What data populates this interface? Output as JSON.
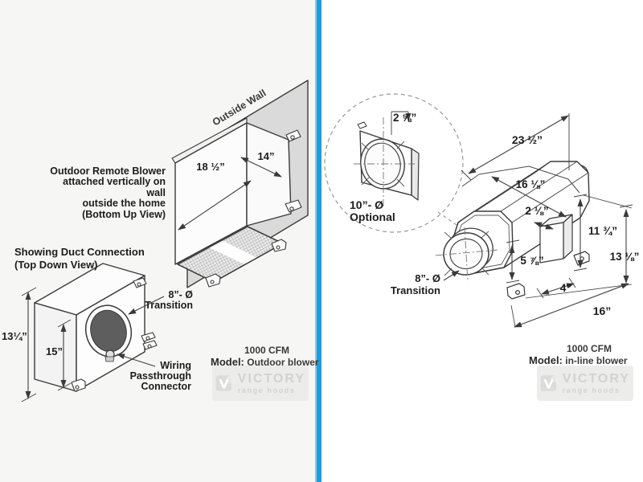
{
  "left": {
    "wall_label": "Outside Wall",
    "note_top": [
      "Outdoor Remote Blower",
      "attached vertically on wall",
      "outside the home",
      "(Bottom Up View)"
    ],
    "note_bottom": [
      "Showing Duct Connection",
      "(Top Down View)"
    ],
    "dims": {
      "width": "18 ½”",
      "depth": "14”",
      "outer_height": "13¼”",
      "inner_height": "15”"
    },
    "transition_label": [
      "8”- Ø",
      "Transition"
    ],
    "wiring_label": [
      "Wiring",
      "Passthrough",
      "Connector"
    ],
    "model": {
      "cfm": "1000 CFM",
      "label": "Model:",
      "value": "Outdoor blower"
    }
  },
  "right": {
    "callout": {
      "dim": "2 ⅝”",
      "label_line1": "10”- Ø",
      "label_line2": "Optional"
    },
    "dims": {
      "overall_length": "23 ½”",
      "top_width": "16 ⅛”",
      "box_offset": "2 ⅛”",
      "body_height": "11 ¾”",
      "overall_height": "13 ⅛”",
      "box_height": "5 ⅞”",
      "box_width": "4”",
      "depth": "16”"
    },
    "transition_label": [
      "8”- Ø",
      "Transition"
    ],
    "model": {
      "cfm": "1000 CFM",
      "label": "Model:",
      "value": "in-line blower"
    }
  },
  "logo": {
    "name": "VICTORY",
    "tagline": "range hoods"
  },
  "colors": {
    "divider": "#219cd8",
    "wall": "#dadada",
    "line": "#3a3a3a",
    "duct_fill": "#5e5e5e",
    "logo_gray": "#d2d2d2",
    "bg_left": "#f6f6f5",
    "bg_right": "#ffffff"
  }
}
